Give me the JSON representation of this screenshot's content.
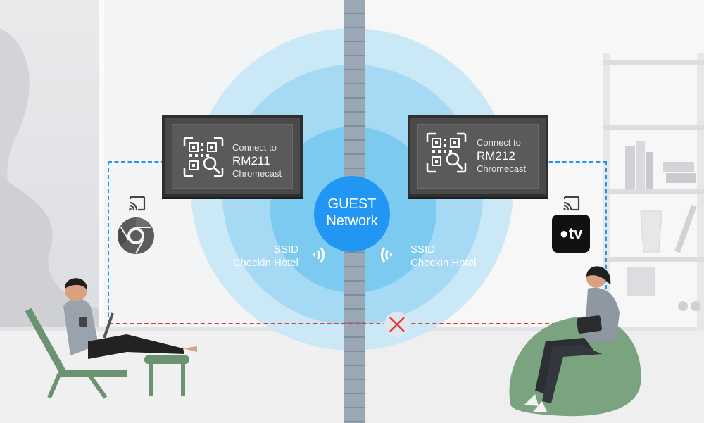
{
  "center": {
    "line1": "GUEST",
    "line2": "Network"
  },
  "tv_left": {
    "connect": "Connect to",
    "room": "RM211",
    "device": "Chromecast"
  },
  "tv_right": {
    "connect": "Connect to",
    "room": "RM212",
    "device": "Chromecast"
  },
  "ssid_left": {
    "label": "SSID",
    "name": "Checkin Hotel"
  },
  "ssid_right": {
    "label": "SSID",
    "name": "Checkin Hotel"
  },
  "left_device": {
    "icon": "chrome-icon"
  },
  "right_device": {
    "icon": "apple-tv-icon",
    "label": "tv"
  },
  "colors": {
    "accent": "#2196f3",
    "blocked": "#e53935",
    "tv": "#4a4a4b"
  }
}
